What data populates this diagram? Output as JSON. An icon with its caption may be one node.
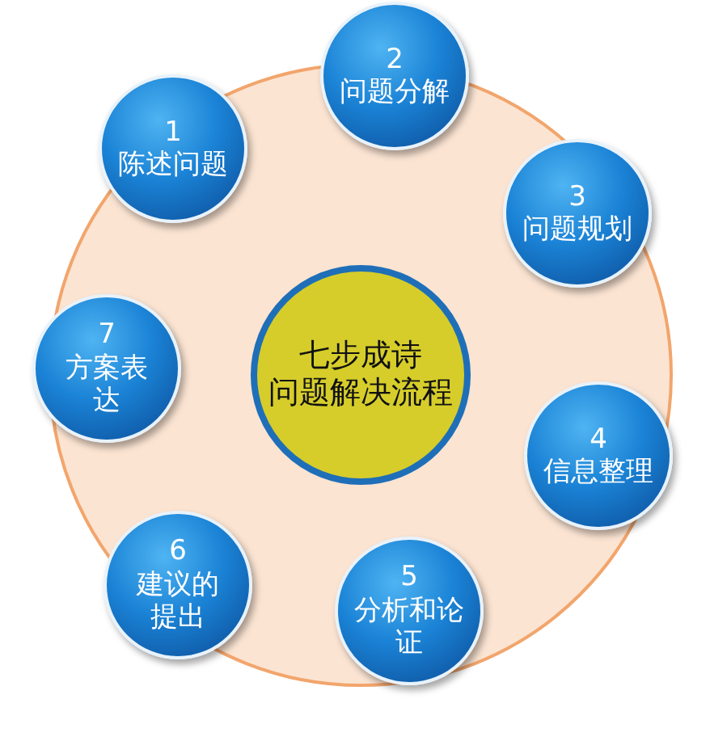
{
  "diagram": {
    "nodes": [
      {
        "text": [
          "七步成诗",
          "问题解决流程"
        ]
      },
      {
        "text": [
          "1",
          "陈述问题"
        ]
      },
      {
        "text": [
          "2",
          "问题分解"
        ]
      },
      {
        "text": [
          "3",
          "问题规划"
        ]
      },
      {
        "text": [
          "4",
          "信息整理"
        ]
      },
      {
        "text": [
          "5",
          "分析和论证"
        ]
      },
      {
        "text": [
          "6",
          "建议的提出"
        ]
      },
      {
        "text": [
          "7",
          "方案表达"
        ]
      }
    ]
  }
}
